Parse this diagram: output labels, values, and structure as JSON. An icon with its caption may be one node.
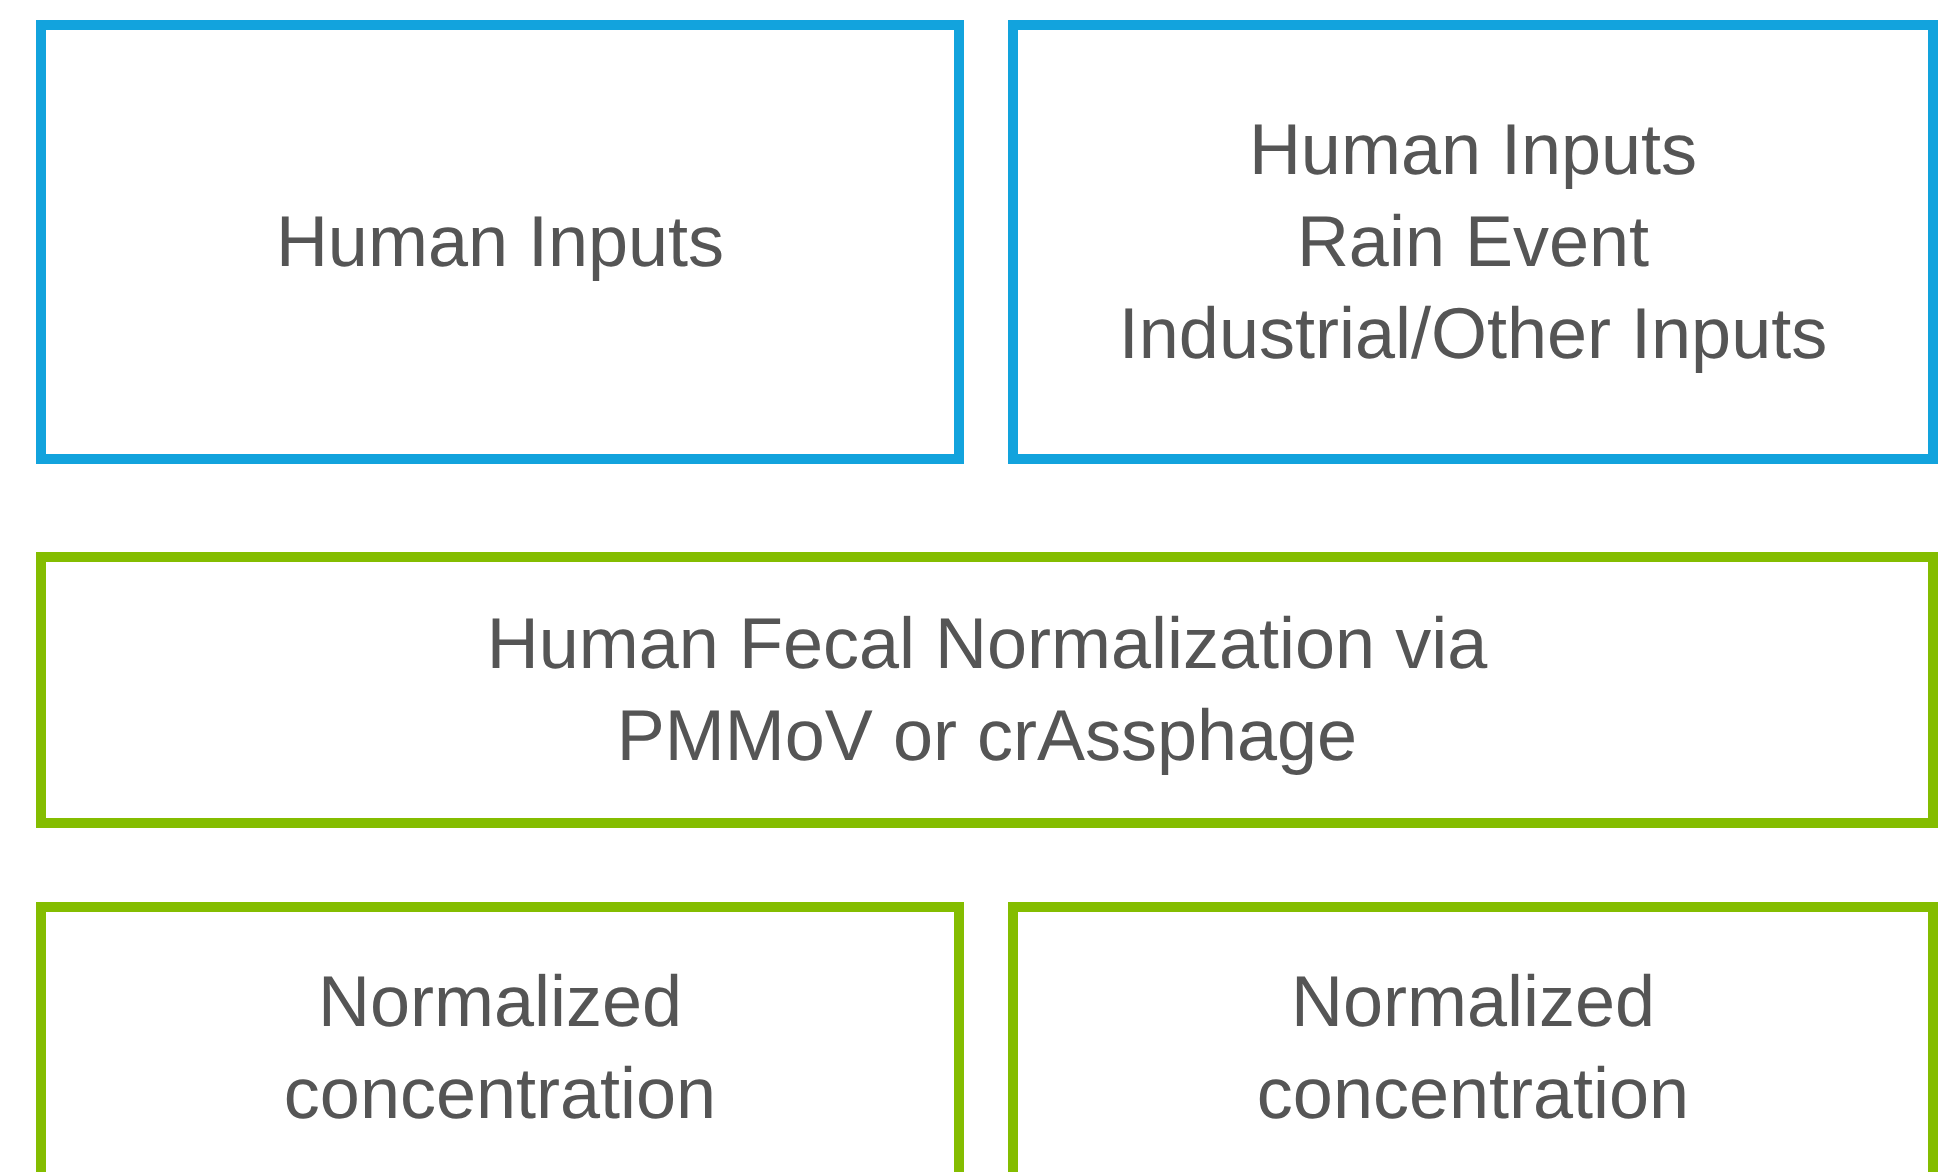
{
  "diagram": {
    "nodes": [
      {
        "text": [
          "Human Inputs"
        ]
      },
      {
        "text": [
          "Human Inputs",
          "Rain Event",
          "Industrial/Other Inputs"
        ]
      },
      {
        "text": [
          "Human Fecal Normalization via PMMoV or crAssphage"
        ]
      },
      {
        "text": [
          "Normalized concentration"
        ]
      },
      {
        "text": [
          "Normalized concentration"
        ]
      }
    ]
  }
}
